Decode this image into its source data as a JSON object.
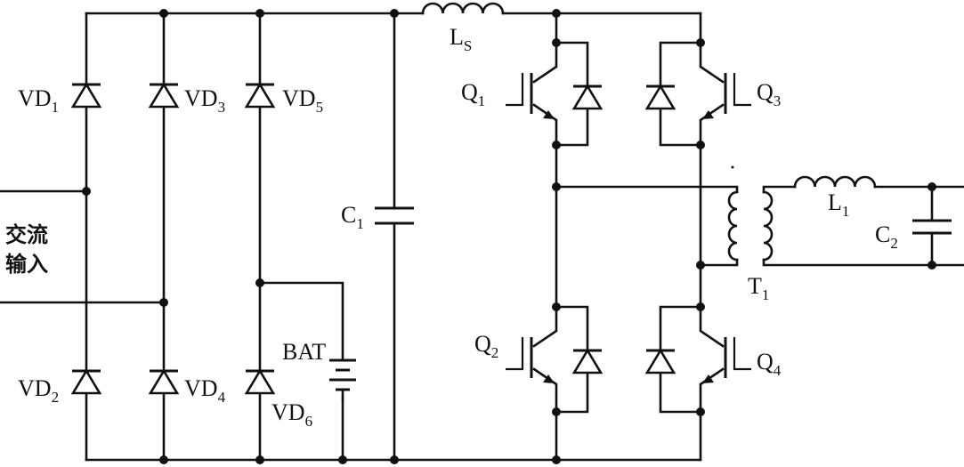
{
  "labels": {
    "vd1": {
      "main": "VD",
      "sub": "1"
    },
    "vd2": {
      "main": "VD",
      "sub": "2"
    },
    "vd3": {
      "main": "VD",
      "sub": "3"
    },
    "vd4": {
      "main": "VD",
      "sub": "4"
    },
    "vd5": {
      "main": "VD",
      "sub": "5"
    },
    "vd6": {
      "main": "VD",
      "sub": "6"
    },
    "ls": {
      "main": "L",
      "sub": "S"
    },
    "c1": {
      "main": "C",
      "sub": "1"
    },
    "bat": "BAT",
    "q1": {
      "main": "Q",
      "sub": "1"
    },
    "q2": {
      "main": "Q",
      "sub": "2"
    },
    "q3": {
      "main": "Q",
      "sub": "3"
    },
    "q4": {
      "main": "Q",
      "sub": "4"
    },
    "t1": {
      "main": "T",
      "sub": "1"
    },
    "l1": {
      "main": "L",
      "sub": "1"
    },
    "c2": {
      "main": "C",
      "sub": "2"
    },
    "ac_input_line1": "交流",
    "ac_input_line2": "输入"
  }
}
